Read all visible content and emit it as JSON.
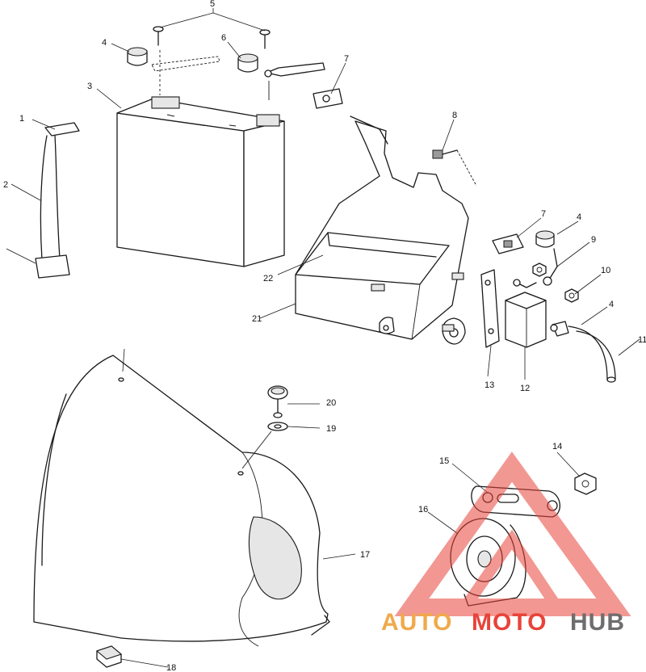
{
  "callouts": {
    "c1": "1",
    "c2": "2",
    "c3": "3",
    "c4a": "4",
    "c4b": "4",
    "c4c": "4",
    "c5": "5",
    "c6": "6",
    "c7a": "7",
    "c7b": "7",
    "c8": "8",
    "c9": "9",
    "c10": "10",
    "c11": "11",
    "c12": "12",
    "c13": "13",
    "c14": "14",
    "c15": "15",
    "c16": "16",
    "c17": "17",
    "c18": "18",
    "c19": "19",
    "c20": "20",
    "c21": "21",
    "c22": "22"
  },
  "watermark": {
    "auto": "AUTO",
    "moto": "MOTO",
    "hub": "HUB"
  },
  "colors": {
    "watermark_orange": "#f0a94a",
    "watermark_red": "#e8433a",
    "watermark_gray": "#6e6e6e",
    "line": "#1a1a1a"
  }
}
